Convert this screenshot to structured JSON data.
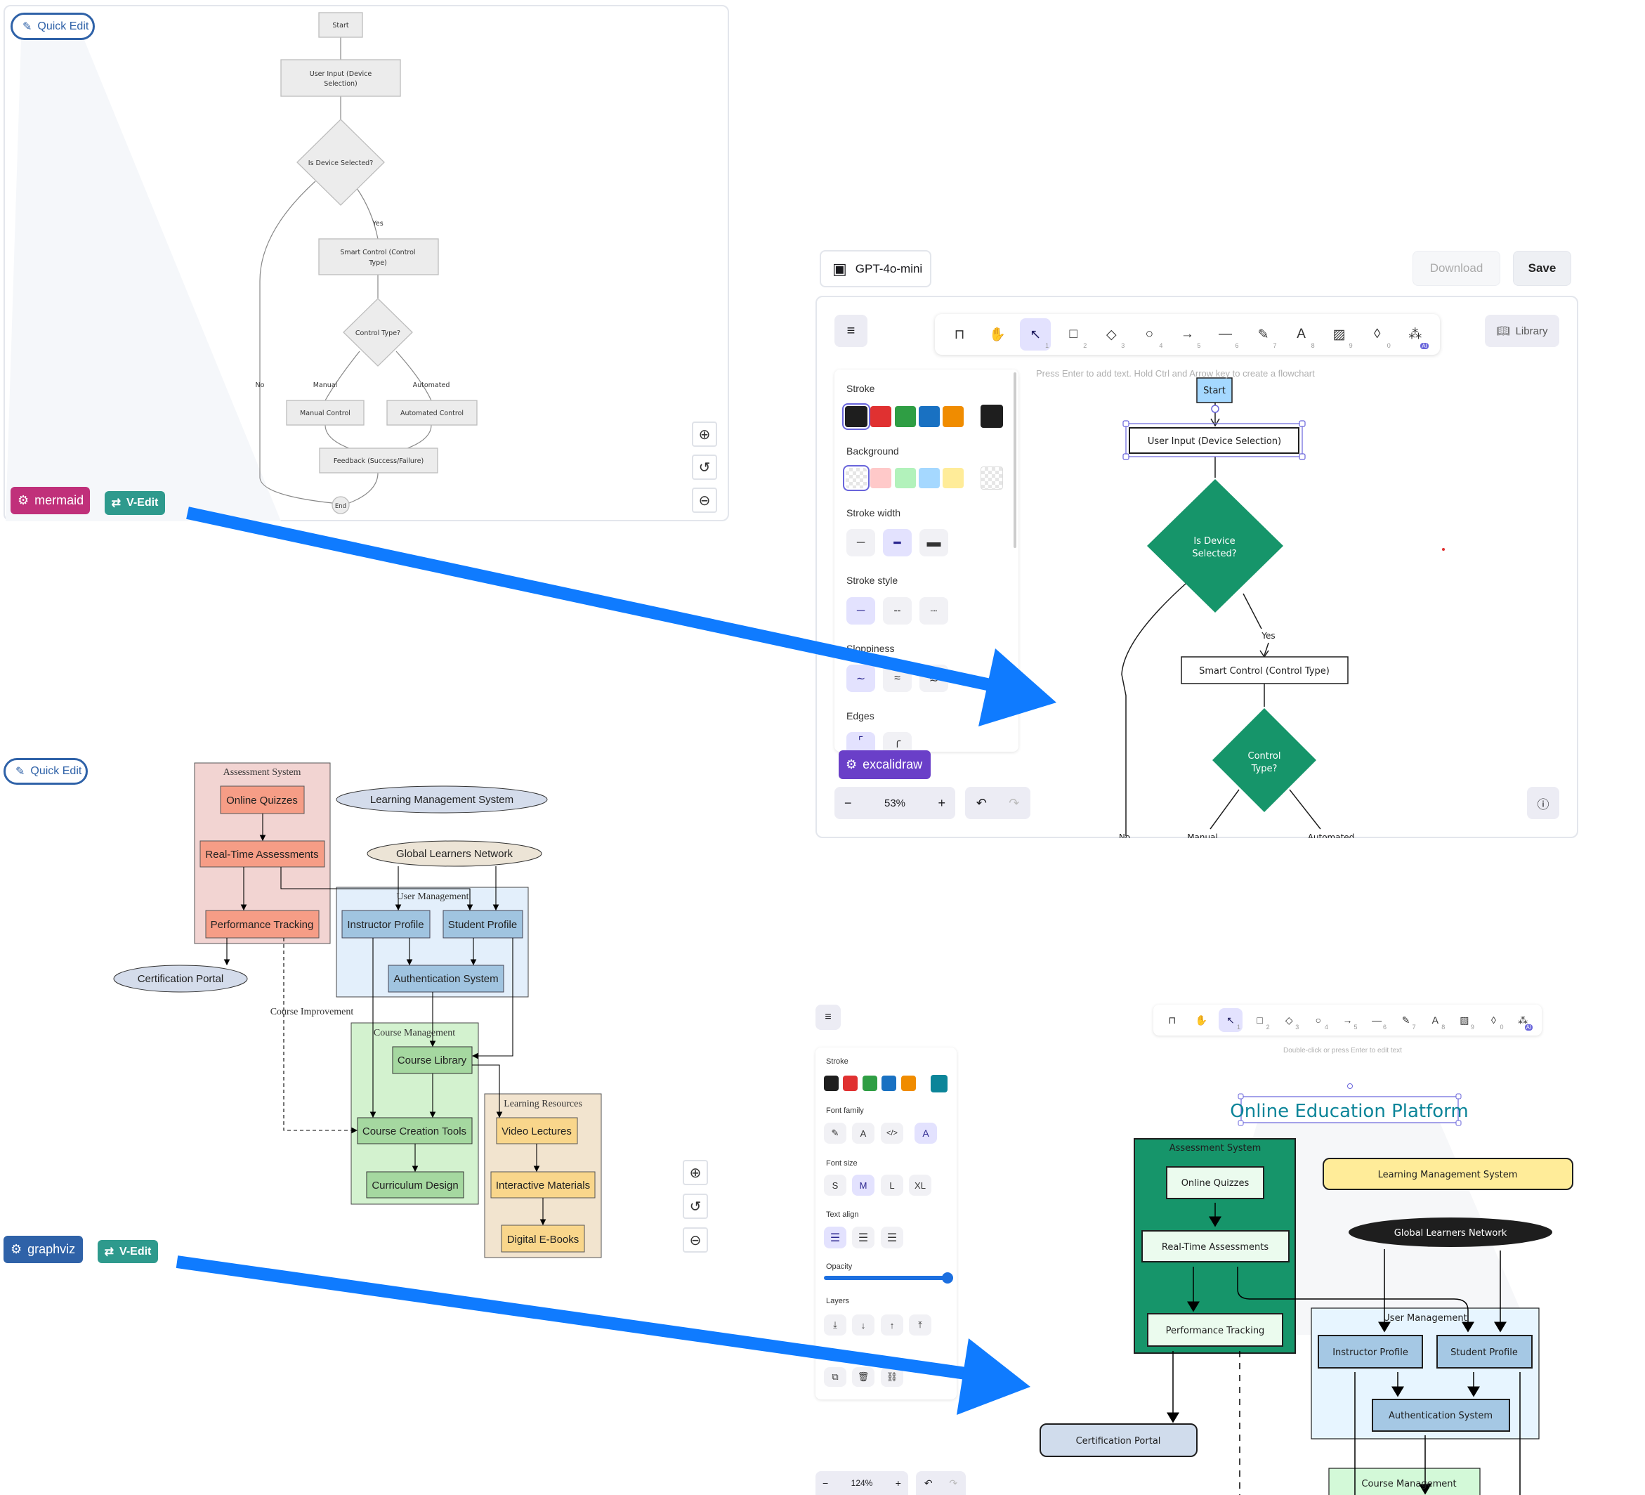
{
  "mermaid_panel": {
    "quick_edit": "Quick Edit",
    "badge": "mermaid",
    "v_edit": "V-Edit",
    "nodes": {
      "start": "Start",
      "user_input": [
        "User Input (Device",
        "Selection)"
      ],
      "is_device": "Is Device Selected?",
      "smart_control": [
        "Smart Control (Control",
        "Type)"
      ],
      "control_type": "Control Type?",
      "manual_control": "Manual Control",
      "automated_control": "Automated Control",
      "feedback": "Feedback (Success/Failure)",
      "end": "End"
    },
    "edge_labels": {
      "yes": "Yes",
      "no": "No",
      "manual": "Manual",
      "automated": "Automated"
    }
  },
  "excalidraw_top": {
    "model_tab": "GPT-4o-mini",
    "download": "Download",
    "save": "Save",
    "library": "Library",
    "hint": "Press Enter to add text. Hold Ctrl and Arrow key to create a flowchart",
    "props": {
      "stroke": "Stroke",
      "background": "Background",
      "stroke_width": "Stroke width",
      "stroke_style": "Stroke style",
      "sloppiness": "Sloppiness",
      "edges": "Edges"
    },
    "stroke_colors": [
      "#1e1e1e",
      "#e03131",
      "#2f9e44",
      "#1971c2",
      "#f08c00"
    ],
    "current_stroke": "#1e1e1e",
    "background_colors": [
      "transparent",
      "#ffc9c9",
      "#b2f2bb",
      "#a5d8ff",
      "#ffec99"
    ],
    "badge": "excalidraw",
    "zoom": "53%",
    "canvas": {
      "start": "Start",
      "user_input": "User Input (Device Selection)",
      "is_device": [
        "Is Device",
        "Selected?"
      ],
      "smart_control": "Smart Control (Control Type)",
      "control_type": [
        "Control",
        "Type?"
      ],
      "yes": "Yes",
      "no": "No",
      "manual": "Manual",
      "automated": "Automated"
    },
    "node_color": "#16956a"
  },
  "toolbar": {
    "tools": [
      {
        "name": "lock",
        "glyph": "⊓",
        "key": ""
      },
      {
        "name": "hand",
        "glyph": "✋",
        "key": ""
      },
      {
        "name": "selection",
        "glyph": "↖",
        "key": "1",
        "selected": true
      },
      {
        "name": "rectangle",
        "glyph": "□",
        "key": "2"
      },
      {
        "name": "diamond",
        "glyph": "◇",
        "key": "3"
      },
      {
        "name": "ellipse",
        "glyph": "○",
        "key": "4"
      },
      {
        "name": "arrow",
        "glyph": "→",
        "key": "5"
      },
      {
        "name": "line",
        "glyph": "—",
        "key": "6"
      },
      {
        "name": "pencil",
        "glyph": "✎",
        "key": "7"
      },
      {
        "name": "text",
        "glyph": "A",
        "key": "8"
      },
      {
        "name": "image",
        "glyph": "▨",
        "key": "9"
      },
      {
        "name": "eraser",
        "glyph": "◊",
        "key": "0"
      },
      {
        "name": "ai-shapes",
        "glyph": "⁂",
        "key": "AI"
      }
    ]
  },
  "graphviz_panel": {
    "quick_edit": "Quick Edit",
    "badge": "graphviz",
    "v_edit": "V-Edit",
    "clusters": {
      "assessment": "Assessment System",
      "user_mgmt": "User Management",
      "course_mgmt": "Course Management",
      "learning_res": "Learning Resources"
    },
    "nodes": {
      "online_quizzes": "Online Quizzes",
      "real_time": "Real-Time Assessments",
      "performance": "Performance Tracking",
      "lms": "Learning Management System",
      "gln": "Global Learners Network",
      "instructor": "Instructor Profile",
      "student": "Student Profile",
      "auth": "Authentication System",
      "certification": "Certification Portal",
      "course_library": "Course Library",
      "course_creation": "Course Creation Tools",
      "curriculum": "Curriculum Design",
      "video": "Video Lectures",
      "interactive": "Interactive Materials",
      "ebooks": "Digital E-Books"
    },
    "edge_label": "Course Improvement"
  },
  "excalidraw_bottom": {
    "hint": "Double-click or press Enter to edit text",
    "props": {
      "stroke": "Stroke",
      "font_family": "Font family",
      "font_size": "Font size",
      "text_align": "Text align",
      "opacity": "Opacity",
      "layers": "Layers"
    },
    "stroke_colors": [
      "#1e1e1e",
      "#e03131",
      "#2f9e44",
      "#1971c2",
      "#f08c00"
    ],
    "current_stroke": "#0c8599",
    "font_sizes": [
      "S",
      "M",
      "L",
      "XL"
    ],
    "font_size_selected": "M",
    "opacity": 100,
    "zoom": "124%",
    "canvas": {
      "title": "Online Education Platform",
      "assessment": "Assessment System",
      "online_quizzes": "Online Quizzes",
      "real_time": "Real-Time Assessments",
      "performance": "Performance Tracking",
      "lms": "Learning Management System",
      "gln": "Global Learners Network",
      "user_mgmt": "User Management",
      "instructor": "Instructor Profile",
      "student": "Student Profile",
      "auth": "Authentication System",
      "certification": "Certification Portal",
      "course_mgmt": "Course Management"
    }
  }
}
